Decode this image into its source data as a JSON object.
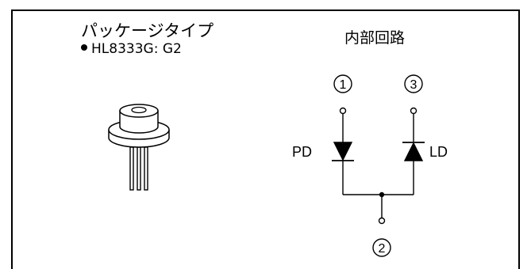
{
  "package": {
    "title": "パッケージタイプ",
    "items": [
      "HL8333G: G2"
    ]
  },
  "circuit": {
    "title": "内部回路",
    "pins": {
      "p1": "1",
      "p2": "2",
      "p3": "3"
    },
    "components": {
      "photodiode": "PD",
      "laser_diode": "LD"
    }
  }
}
